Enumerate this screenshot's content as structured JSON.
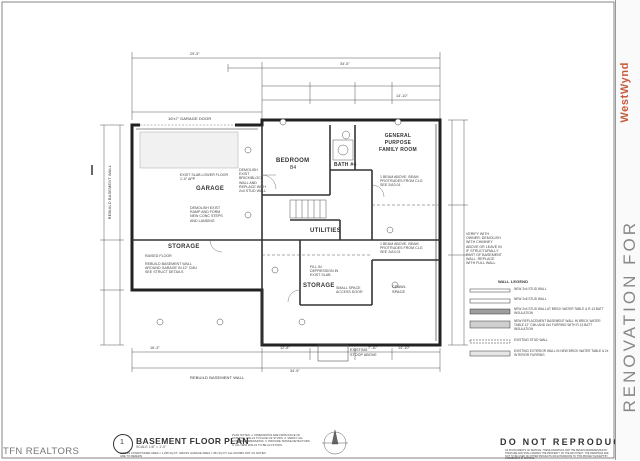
{
  "sheet": {
    "plan_title": "BASEMENT FLOOR PLAN",
    "plan_scale": "SCALE 1/8\" = 1'-0\"",
    "callout_number": "1",
    "do_not_reproduce": "DO NOT REPRODUCE",
    "watermark": "TFN REALTORS",
    "firm_name": "WestWynd",
    "title_block_text": "RENOVATION FOR"
  },
  "rooms": {
    "garage": "GARAGE",
    "storage_left": "STORAGE",
    "bedroom": "BEDROOM",
    "bedroom_number": "B4",
    "bath": "BATH #4",
    "general_purpose": "GENERAL PURPOSE FAMILY ROOM",
    "utilities": "UTILITIES",
    "storage_center": "STORAGE"
  },
  "labels": {
    "garage_door": "16'x7' GARAGE DOOR",
    "rebuild_basement_wall_bottom": "REBUILD BASEMENT WALL",
    "rebuild_basement_wall_left": "REBUILD BASEMENT WALL",
    "existing_stoop": "EXISTING STOOP ABOVE",
    "crawl_space": "CRAWL SPACE",
    "dim_overall_top": "29'-5\"",
    "dim_overall_right": "34'-5\"",
    "dim_total_bottom": "34'-5\"",
    "dim_left_a": "16'-3\"",
    "dim_mid_a": "12'-6\"",
    "dim_mid_b": "7'-11\"",
    "dim_right_a": "14'-10\"",
    "dim_right_b": "14'-10\""
  },
  "notes": {
    "garage_slab": "EXIST SLAB LOWER FLOOR 1'-0\" APP",
    "demolish_wall": "DEMOLISH EXIST BRICK/BLOCK WALL AND REPLACE WITH 2x4 STUD WALL",
    "demolish_stairs": "DEMOLISH EXIST RAMP AND FORM NEW CONC STEPS AND LANDING",
    "storage_left": "RAISED FLOOR",
    "storage_left_2": "REBUILD BASEMENT WALL AROUND GARAGE IN 12\" CMU SEE STRUCT DETAILS",
    "beam_above_1": "1 BEAM ABOVE. BEAM PROTRUDES FROM CLG SEE 2/A3.01",
    "beam_above_2": "1 BEAM ABOVE. BEAM PROTRUDES FROM CLG SEE 2/A3.01",
    "chimney": "VERIFY WITH OWNER: DEMOLISH WITH CHIMNEY ABOVE OR LEAVE IN IF STRUCTURALLY PART OF BASEMENT WALL. REPLACE WITH FULL WALL",
    "fill_depression": "FILL IN DEPRESSION IN EXIST SLAB",
    "crawl_access": "SMALL SPACE ACCESS DOOR",
    "area_note": "GROSS CONDITIONED AREA = 1,235 SQ FT; GROSS GARAGE AREA = 351 SQ FT; ALL ROOMS NOT AS NOTED ARE TO REMAIN",
    "plan_notes": "PLAN NOTES: 1. DIMENSIONS ARE FROM FACE OF EXISTING WALLS TO FACE OF STUDS. 2. VERIFY ALL EXISTING DIMENSIONS. 3. PROVIDE SMOKE DETECTORS. 4. ALL NEW WALLS TO BE 2x4 STUDS.",
    "disclaimer": "AS INSTRUMENTS OF SERVICE, THESE DRAWINGS AND THE DESIGN REPRESENTED BY THEM ARE AND SHALL REMAIN THE PROPERTY OF THE ARCHITECT. THE DRAWINGS ARE NOT TO BE USED ON OTHER PROJECTS OR EXTENSIONS TO THIS PROJECT EXCEPT BY AGREEMENT IN WRITING."
  },
  "legend": {
    "title": "WALL LEGEND",
    "items": [
      "NEW 2x4 STUD WALL",
      "NEW 2x6 STUD WALL",
      "NEW 2x4 STUD WALL AT BRICK WATER TABLE & R-13 BATT INSULATION",
      "NEW REPLACEMENT BASEMENT WALL IN BRICK WATER TABLE 12\" CMU AND 2x4 FURRING WITH R-13 BATT INSULATION",
      "EXISTING STUD WALL",
      "EXISTING EXTERIOR WALL IN NEW BRICK WATER TABLE & 2x INTERIOR FURRING"
    ]
  }
}
